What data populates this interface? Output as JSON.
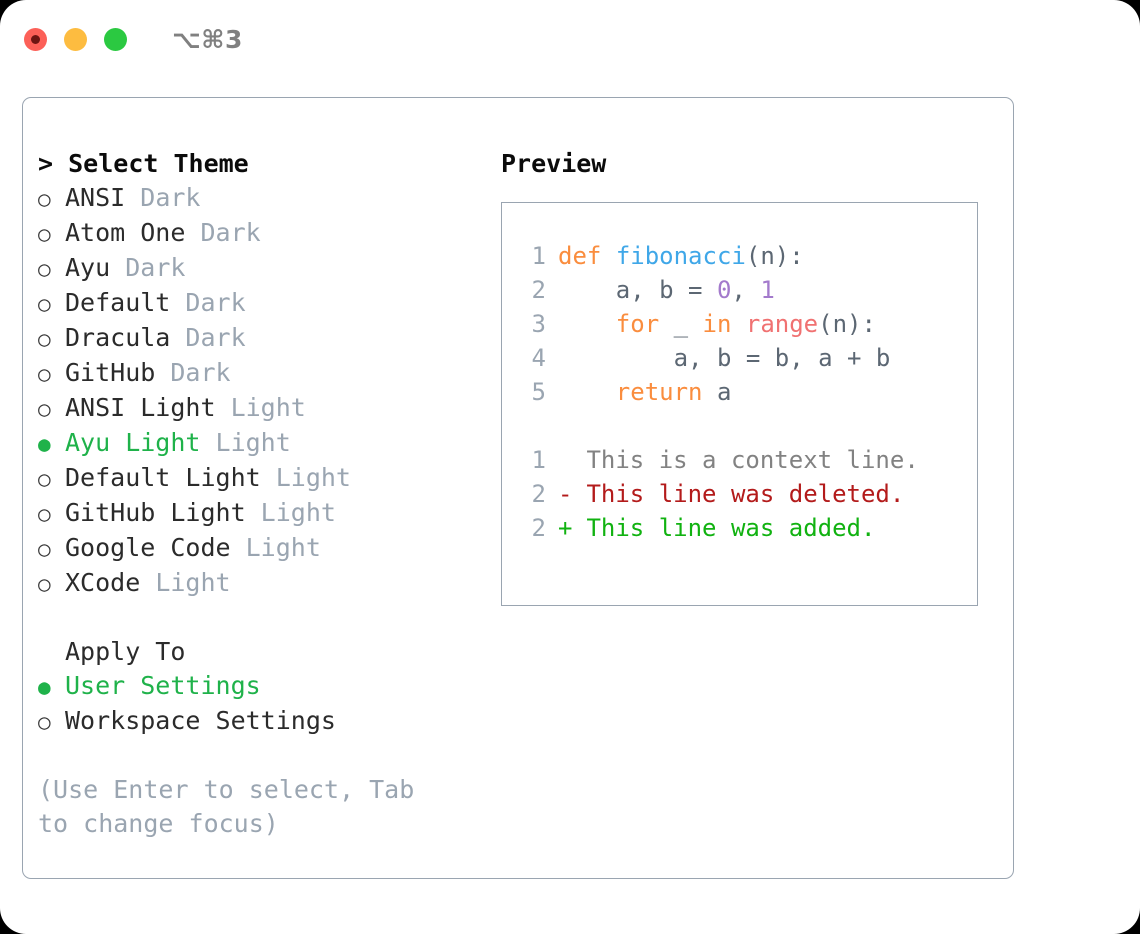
{
  "titlebar": {
    "shortcut": "⌥⌘3",
    "dots": [
      {
        "name": "close-button-red",
        "color": "#fc6058"
      },
      {
        "name": "minimize-button-yellow",
        "color": "#fdbc40"
      },
      {
        "name": "maximize-button-green",
        "color": "#2bc941"
      }
    ]
  },
  "theme_picker": {
    "caret": "> ",
    "heading": "Select Theme",
    "bullet_selected": "●",
    "bullet_unselected": "○",
    "selected_color": "#1fb24a",
    "items": [
      {
        "name": "ANSI",
        "kind": "Dark",
        "selected": false
      },
      {
        "name": "Atom One",
        "kind": "Dark",
        "selected": false
      },
      {
        "name": "Ayu",
        "kind": "Dark",
        "selected": false
      },
      {
        "name": "Default",
        "kind": "Dark",
        "selected": false
      },
      {
        "name": "Dracula",
        "kind": "Dark",
        "selected": false
      },
      {
        "name": "GitHub",
        "kind": "Dark",
        "selected": false
      },
      {
        "name": "ANSI Light",
        "kind": "Light",
        "selected": false
      },
      {
        "name": "Ayu Light",
        "kind": "Light",
        "selected": true
      },
      {
        "name": "Default Light",
        "kind": "Light",
        "selected": false
      },
      {
        "name": "GitHub Light",
        "kind": "Light",
        "selected": false
      },
      {
        "name": "Google Code",
        "kind": "Light",
        "selected": false
      },
      {
        "name": "XCode",
        "kind": "Light",
        "selected": false
      }
    ]
  },
  "apply_to": {
    "title": "Apply To",
    "items": [
      {
        "name": "User Settings",
        "selected": true
      },
      {
        "name": "Workspace Settings",
        "selected": false
      }
    ]
  },
  "hint": "(Use Enter to select, Tab to change focus)",
  "preview": {
    "title": "Preview",
    "code_lines": [
      {
        "ln": "1",
        "indent": "",
        "tokens": [
          {
            "t": "def",
            "c": "tok-kw"
          },
          {
            "t": " ",
            "c": "tok-pl"
          },
          {
            "t": "fibonacci",
            "c": "tok-fn"
          },
          {
            "t": "(",
            "c": "tok-pl"
          },
          {
            "t": "n",
            "c": "tok-var"
          },
          {
            "t": "):",
            "c": "tok-pl"
          }
        ]
      },
      {
        "ln": "2",
        "indent": "    ",
        "tokens": [
          {
            "t": "a, b = ",
            "c": "tok-var"
          },
          {
            "t": "0",
            "c": "tok-num"
          },
          {
            "t": ", ",
            "c": "tok-pl"
          },
          {
            "t": "1",
            "c": "tok-num"
          }
        ]
      },
      {
        "ln": "3",
        "indent": "    ",
        "tokens": [
          {
            "t": "for",
            "c": "tok-kw"
          },
          {
            "t": " _ ",
            "c": "tok-var"
          },
          {
            "t": "in",
            "c": "tok-kw"
          },
          {
            "t": " ",
            "c": "tok-pl"
          },
          {
            "t": "range",
            "c": "tok-bi"
          },
          {
            "t": "(",
            "c": "tok-pl"
          },
          {
            "t": "n",
            "c": "tok-var"
          },
          {
            "t": "):",
            "c": "tok-pl"
          }
        ]
      },
      {
        "ln": "4",
        "indent": "        ",
        "tokens": [
          {
            "t": "a, b = b, a + b",
            "c": "tok-var"
          }
        ]
      },
      {
        "ln": "5",
        "indent": "    ",
        "tokens": [
          {
            "t": "return",
            "c": "tok-kw"
          },
          {
            "t": " a",
            "c": "tok-var"
          }
        ]
      }
    ],
    "diff_lines": [
      {
        "ln": "1",
        "marker": " ",
        "text": "This is a context line.",
        "kind": "diff-ctx"
      },
      {
        "ln": "2",
        "marker": "-",
        "text": "This line was deleted.",
        "kind": "diff-del"
      },
      {
        "ln": "2",
        "marker": "+",
        "text": "This line was added.",
        "kind": "diff-add"
      }
    ]
  }
}
